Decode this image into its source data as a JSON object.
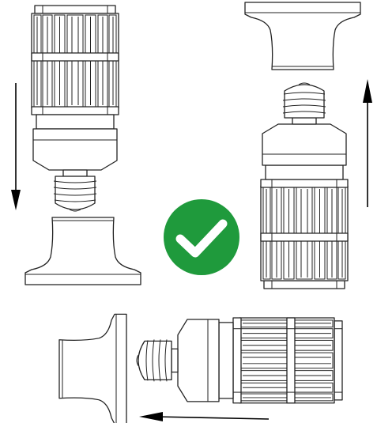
{
  "colors": {
    "line": "#222222",
    "arrow": "#000000",
    "check_badge": "#1f9a3c",
    "check_mark": "#ffffff"
  },
  "icons": {
    "badge": "check-circle-icon",
    "arrows": [
      "arrow-down-icon",
      "arrow-up-icon",
      "arrow-left-icon"
    ]
  },
  "panels": [
    {
      "id": "top-left",
      "bulb_orientation": "base-down",
      "motion": "down"
    },
    {
      "id": "top-right",
      "bulb_orientation": "base-up",
      "motion": "up"
    },
    {
      "id": "bottom",
      "bulb_orientation": "base-left",
      "motion": "left"
    }
  ]
}
